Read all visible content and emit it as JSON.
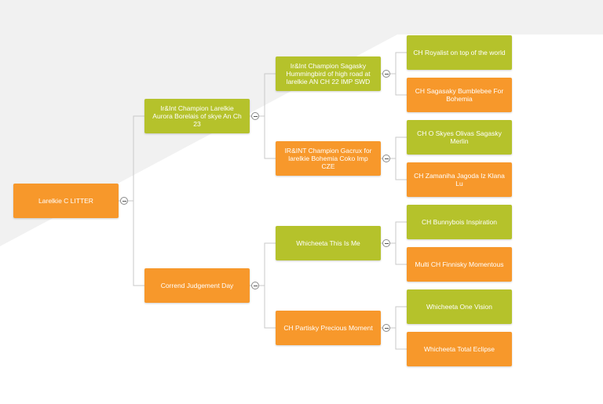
{
  "colors": {
    "green": "#b5c22b",
    "orange": "#f7982b",
    "connector": "#c9c9c9",
    "background_band": "#f1f1f1"
  },
  "tree": {
    "root": {
      "label": "Larelkie C LITTER",
      "color": "orange"
    },
    "sire": {
      "label": "Ir&Int Champion Larelkie Aurora Borelais of skye An Ch 23",
      "color": "green"
    },
    "dam": {
      "label": "Corrend Judgement Day",
      "color": "orange"
    },
    "sire_sire": {
      "label": "Ir&Int Champion Sagasky Hummingbird of high road at larelkie  AN CH 22 IMP SWD",
      "color": "green"
    },
    "sire_dam": {
      "label": "IR&INT Champion Gacrux for larelkie Bohemia Coko Imp CZE",
      "color": "orange"
    },
    "dam_sire": {
      "label": "Whicheeta This Is Me",
      "color": "green"
    },
    "dam_dam": {
      "label": "CH Partisky Precious Moment",
      "color": "orange"
    },
    "sss": {
      "label": "CH Royalist on top of the world",
      "color": "green"
    },
    "ssd": {
      "label": "CH Sagasaky Bumblebee For Bohemia",
      "color": "orange"
    },
    "sds": {
      "label": "CH O  Skyes Olivas Sagasky Merlin",
      "color": "green"
    },
    "sdd": {
      "label": "CH Zamaniha Jagoda Iz Klana Lu",
      "color": "orange"
    },
    "dss": {
      "label": "CH Bunnybois Inspiration",
      "color": "green"
    },
    "dsd": {
      "label": "Multi CH Finnisky Momentous",
      "color": "orange"
    },
    "dds": {
      "label": "Whicheeta One Vision",
      "color": "green"
    },
    "ddd": {
      "label": "Whicheeta Total Eclipse",
      "color": "orange"
    }
  }
}
